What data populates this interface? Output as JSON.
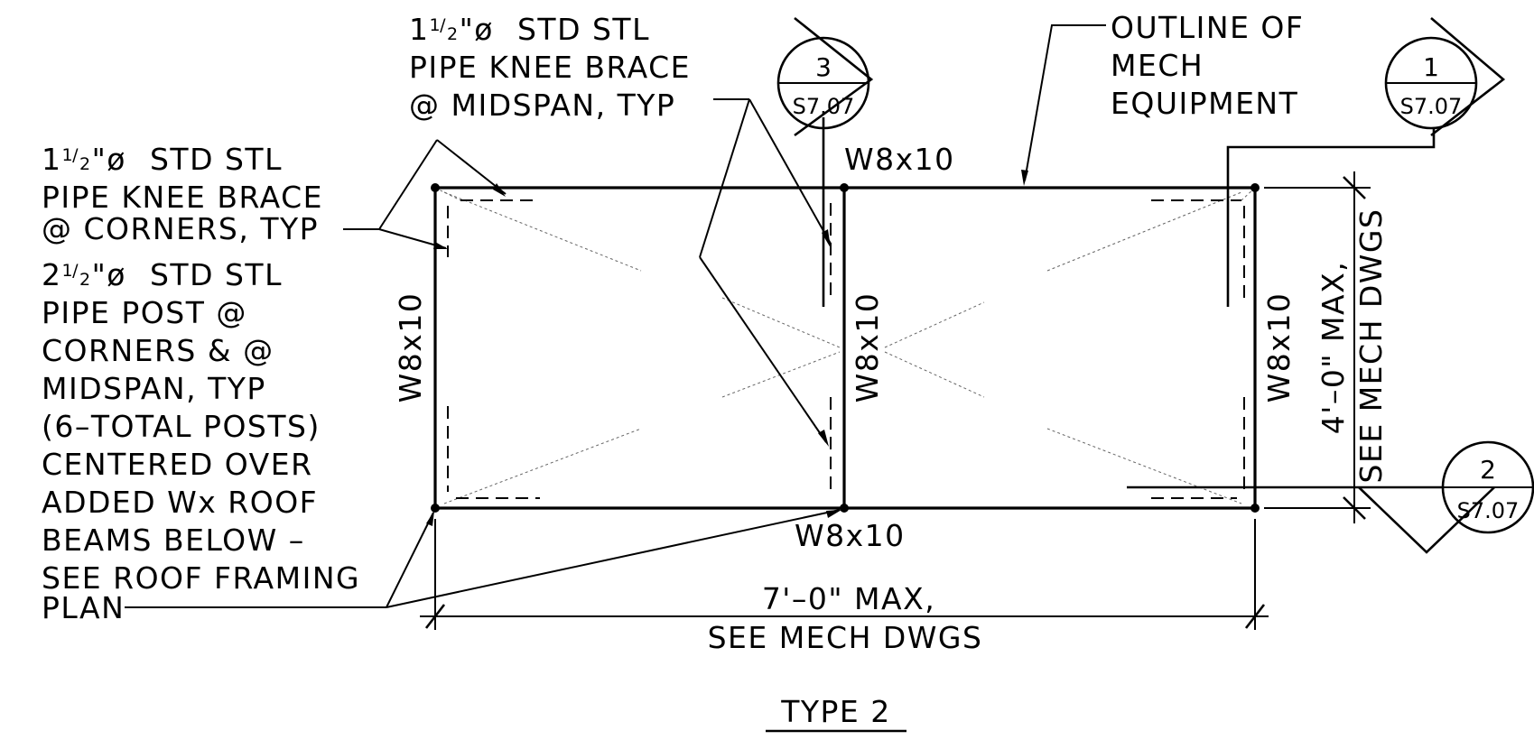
{
  "notes": {
    "knee_brace_midspan": {
      "size": "1½\"ø",
      "size_whole": "1",
      "size_num": "1",
      "size_den": "2",
      "size_rest": "\"ø",
      "line1_rest": "STD STL",
      "line2": "PIPE KNEE BRACE",
      "line3": "@ MIDSPAN, TYP"
    },
    "knee_brace_corners": {
      "size_whole": "1",
      "size_num": "1",
      "size_den": "2",
      "size_rest": "\"ø",
      "line1_rest": "STD STL",
      "line2": "PIPE KNEE BRACE",
      "line3": "@ CORNERS, TYP"
    },
    "pipe_post": {
      "size_whole": "2",
      "size_num": "1",
      "size_den": "2",
      "size_rest": "\"ø",
      "line1_rest": "STD STL",
      "lines": [
        "PIPE POST @",
        "CORNERS & @",
        "MIDSPAN, TYP",
        "(6–TOTAL POSTS)",
        "CENTERED OVER",
        "ADDED Wx ROOF",
        "BEAMS BELOW –",
        "SEE ROOF FRAMING",
        "PLAN"
      ]
    },
    "outline": [
      "OUTLINE OF",
      "MECH",
      "EQUIPMENT"
    ]
  },
  "beams": {
    "top": "W8x10",
    "bottom": "W8x10",
    "left": "W8x10",
    "middle": "W8x10",
    "right": "W8x10"
  },
  "dimensions": {
    "horizontal": [
      "7'–0\" MAX,",
      "SEE MECH DWGS"
    ],
    "vertical": [
      "4'–0\" MAX,",
      "SEE MECH DWGS"
    ]
  },
  "section_markers": [
    {
      "number": "3",
      "sheet": "S7.07"
    },
    {
      "number": "1",
      "sheet": "S7.07"
    },
    {
      "number": "2",
      "sheet": "S7.07"
    }
  ],
  "title": "TYPE 2"
}
